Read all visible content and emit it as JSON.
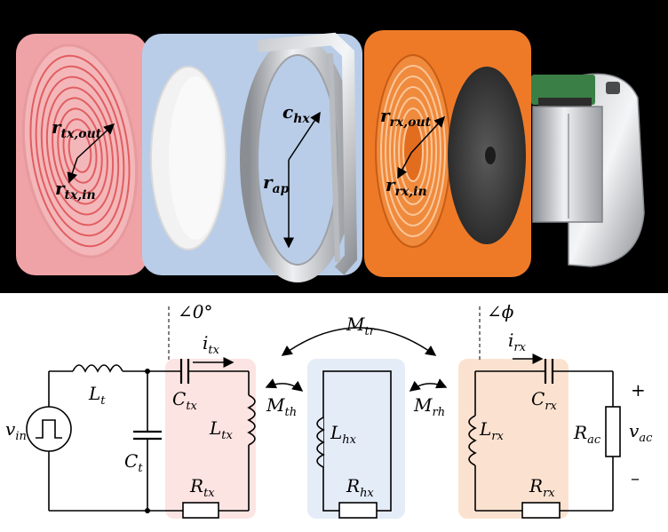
{
  "photo_labels": {
    "r_tx_out": {
      "base": "r",
      "sub": "tx,out"
    },
    "r_tx_in": {
      "base": "r",
      "sub": "tx,in"
    },
    "c_hx": {
      "base": "c",
      "sub": "hx"
    },
    "r_ap": {
      "base": "r",
      "sub": "ap"
    },
    "r_rx_out": {
      "base": "r",
      "sub": "rx,out"
    },
    "r_rx_in": {
      "base": "r",
      "sub": "rx,in"
    }
  },
  "circuit_labels": {
    "angle_zero": "∠0°",
    "angle_phi": "∠ϕ",
    "i_tx": {
      "base": "i",
      "sub": "tx"
    },
    "i_rx": {
      "base": "i",
      "sub": "rx"
    },
    "M_tr": {
      "base": "M",
      "sub": "tr"
    },
    "M_th": {
      "base": "M",
      "sub": "th"
    },
    "M_rh": {
      "base": "M",
      "sub": "rh"
    },
    "L_t": {
      "base": "L",
      "sub": "t"
    },
    "C_t": {
      "base": "C",
      "sub": "t"
    },
    "v_in": {
      "base": "v",
      "sub": "in"
    },
    "C_tx": {
      "base": "C",
      "sub": "tx"
    },
    "L_tx": {
      "base": "L",
      "sub": "tx"
    },
    "R_tx": {
      "base": "R",
      "sub": "tx"
    },
    "L_hx": {
      "base": "L",
      "sub": "hx"
    },
    "R_hx": {
      "base": "R",
      "sub": "hx"
    },
    "L_rx": {
      "base": "L",
      "sub": "rx"
    },
    "C_rx": {
      "base": "C",
      "sub": "rx"
    },
    "R_rx": {
      "base": "R",
      "sub": "rx"
    },
    "R_ac": {
      "base": "R",
      "sub": "ac"
    },
    "v_ac": {
      "base": "v",
      "sub": "ac"
    },
    "plus": "+",
    "minus": "–"
  },
  "colors": {
    "tx_panel": "#f0a3a6",
    "hx_panel": "#b9cde8",
    "rx_panel": "#ee7a28",
    "tx_region": "#fce4e2",
    "hx_region": "#e4ecf7",
    "rx_region": "#fbe2d0"
  }
}
